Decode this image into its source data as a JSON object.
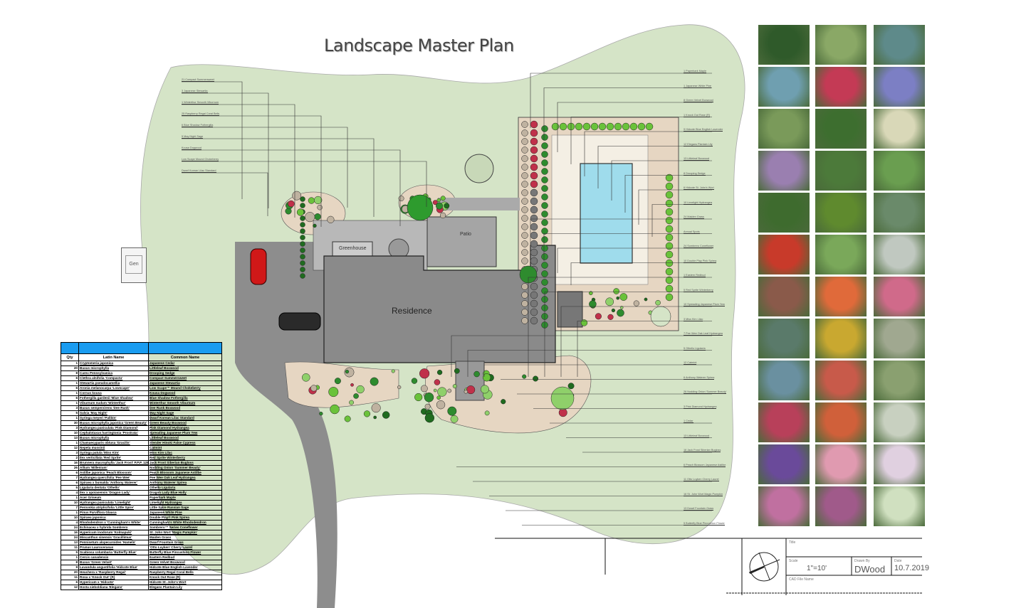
{
  "title": "Landscape Master Plan",
  "plan_labels": {
    "residence": "Residence",
    "patio": "Patio",
    "greenhouse": "Greenhouse",
    "generator": "Gen"
  },
  "callouts_left": [
    "21 Compact Summersweet",
    "3 Japanese Stewartia",
    "1 Winterthur Smooth Viburnum",
    "25 Raspberry Regal Coral Bells",
    "6 Blue Shadow Fothergilla",
    "5 May Night Sage",
    "Kousa Dogwood",
    "Low Scape Mound Chokeberry",
    "Dwarf Korean Lilac Standard"
  ],
  "callouts_right": [
    "1 Paperbark Maple",
    "1 Japanese White Pine",
    "8 Green Velvet Boxwood",
    "1 Knock Out Rose (R)",
    "9 Hidcote Blue English Lavender",
    "12 Elegans Plantain Lily",
    "13 Littleleaf Boxwood",
    "8 Drooping Sedge",
    "6 Hidcote St. John's Wort",
    "10 Limelight Hydrangea",
    "24 Maiden Grass",
    "Annual Spots",
    "24 Sombrero Coneflower",
    "10 Double Play Pink Spirea",
    "1 Eastern Redbud",
    "5 Red Sprite Winterberry",
    "10 Spreading Japanese Plum Yew",
    "3 Miss Kim Lilac",
    "7 Pee Wee Oak Leaf Hydrangea",
    "5 Othello Ligularia",
    "12 Catmint",
    "6 Anthony Waterer Spirea",
    "26 Nodding Onion 'Summer Beauty'",
    "3 Pink Diamond Hydrangea",
    "1 Cedar",
    "13 Littleleaf Boxwood",
    "16 Jack Frost Siberian Bugloss",
    "6 Peach Blossom Japanese Astilbe",
    "11 Otto Luyken Cherry Laurel",
    "16 St. John Wort Magic Pumpkin",
    "13 Dwarf Fountain Grass",
    "5 Butterfly Blue Pincushion Flower"
  ],
  "plant_table": {
    "headers": [
      "Qty",
      "Latin Name",
      "Common Name"
    ],
    "rows": [
      [
        "1",
        "Cryptomeria japonica",
        "Japanese Cedar"
      ],
      [
        "20",
        "Buxus microphylla",
        "Littleleaf Boxwood"
      ],
      [
        "8",
        "Carex Pennsylvanica",
        "Drooping Sedge"
      ],
      [
        "6",
        "Clethra alnifolia 'Compacta'",
        "Compact Summersweet"
      ],
      [
        "1",
        "Stewartia pseudocamellia",
        "Japanese Stewartia"
      ],
      [
        "6",
        "Aronia melanocarpa 'Lowscape'",
        "Low Scape™ Mound Chokeberry"
      ],
      [
        "1",
        "Cornus kousa",
        "Kousa Dogwood"
      ],
      [
        "6",
        "Fothergilla gardenii 'Blue Shadow'",
        "Blue Shadow Fothergilla"
      ],
      [
        "1",
        "Viburnum nudum 'Winterthur'",
        "Winterthur Smooth Viburnum"
      ],
      [
        "3",
        "Buxus sempervirens 'Dee Runk'",
        "Dee Runk Boxwood"
      ],
      [
        "5",
        "Salvia 'May Night'",
        "May Night Sage"
      ],
      [
        "1",
        "Syringa meyeri 'Palibin'",
        "Dwarf Korean Lilac Standard"
      ],
      [
        "30",
        "Buxus microphylla japonica 'Green Beauty'",
        "Green Beauty Boxwood"
      ],
      [
        "3",
        "Hydrangea paniculata 'Pink Diamond'",
        "Pink Diamond Hydrangea"
      ],
      [
        "10",
        "Cephalotaxus harringtonia 'Prostrata'",
        "Spreading Japanese Plum Yew"
      ],
      [
        "13",
        "Buxus microphylla",
        "Littleleaf Boxwood"
      ],
      [
        "1",
        "Chamaecyparis obtusa 'Gracilis'",
        "Slender Hinoki False Cypress"
      ],
      [
        "12",
        "Nepeta mussinii",
        "Catmint"
      ],
      [
        "3",
        "Syringa patula 'Miss Kim'",
        "Miss Kim Lilac"
      ],
      [
        "2",
        "Ilex verticillata 'Red Sprite'",
        "Red Sprite Winterberry"
      ],
      [
        "16",
        "Brunnera macrophylla 'Jack Frost' P.P.P. 12859",
        "Jack Frost Siberian Bugloss"
      ],
      [
        "26",
        "Allium 'Millenium'",
        "Nodding Onion 'Summer Beauty'"
      ],
      [
        "6",
        "Astilbe japonica 'Peach Blossom'",
        "Peach Blossom Japanese Astilbe"
      ],
      [
        "7",
        "Hydrangea quercifolia 'Pee Wee'",
        "Pee Wee Oak Leaf Hydrangea"
      ],
      [
        "6",
        "Spiraea x bumalda 'Anthony Waterer'",
        "Anthony Waterer Spirea"
      ],
      [
        "5",
        "Ligularia dentata 'Othello'",
        "Othello Ligularia"
      ],
      [
        "4",
        "Ilex x apoiasensis 'Dragon Lady'",
        "Dragon Lady Blue Holly"
      ],
      [
        "1",
        "Acer Griseum",
        "Paperbark Maple"
      ],
      [
        "10",
        "Hydrangea paniculata 'Limelight'",
        "Limelight Hydrangea"
      ],
      [
        "7",
        "Perovskia atriplicifolia 'Little Spire'",
        "Little Spire Russian Sage"
      ],
      [
        "1",
        "Pinus Parviflora Glauca",
        "Japanese White Pine"
      ],
      [
        "10",
        "Spiraea japonica",
        "Double Play® Pink Spirea"
      ],
      [
        "4",
        "Rhododendron x 'Cunningham's White'",
        "Cunningham's White Rhododendron"
      ],
      [
        "24",
        "Echinacea x hybrida Sombrero",
        "Sombrero™ Series Coneflower"
      ],
      [
        "16",
        "Hypericum inodorum 'Kolmapuki'",
        "St. John Wort 'Magic Pumpkin'"
      ],
      [
        "24",
        "Miscanthus sinensis 'Gracillimus'",
        "Maiden Grass"
      ],
      [
        "13",
        "Pennisetum alopecuroides 'Hameln'",
        "Dwarf Fountain Grass"
      ],
      [
        "11",
        "Prunus Laurocerasus",
        "'Otto Luyken' Cherry Laurel"
      ],
      [
        "5",
        "Scabiosa columbaria 'Butterfly Blue'",
        "Butterfly Blue Pincushion Flower"
      ],
      [
        "1",
        "Cercis canadensis",
        "Eastern Redbud"
      ],
      [
        "8",
        "Buxus 'Green Velvet'",
        "Green Velvet Boxwood"
      ],
      [
        "9",
        "Lavandula angustifolia 'Hidcote Blue'",
        "Hidcote Blue English Lavender"
      ],
      [
        "20",
        "Heuchera x 'Raspberry Regal'",
        "Raspberry Regal Coral Bells"
      ],
      [
        "11",
        "Rosa x 'Knock Out' (R)",
        "Knock Out Rose (R)"
      ],
      [
        "6",
        "Hypericum x 'Hidcote'",
        "Hidcote St. John's Wort"
      ],
      [
        "12",
        "Hosta sieboldiana 'Elegans'",
        "Elegans Plantain Lily"
      ]
    ]
  },
  "title_block": {
    "title_label": "Title",
    "scale_label": "Scale",
    "scale_value": "1\"=10'",
    "drawn_by_label": "Drawn By",
    "drawn_by_value": "DWood",
    "date_label": "Date",
    "date_value": "10.7.2019",
    "cad_label": "CAD File Name"
  },
  "photo_colors": [
    "#2f5a2a",
    "#8aa866",
    "#5e8a8a",
    "#6f9fb0",
    "#c43a55",
    "#7c7fc4",
    "#7a9a5a",
    "#3d6e2f",
    "#d9d8b8",
    "#9a7fb0",
    "#4c7a3a",
    "#6a9e50",
    "#3e6b2e",
    "#5f8a2e",
    "#6a8a6a",
    "#c83a2a",
    "#7aa85a",
    "#c0c8c0",
    "#8a5a4a",
    "#e06a3a",
    "#d06a8a",
    "#5a7a6a",
    "#c9a830",
    "#a0a890",
    "#6a90a0",
    "#c85a4a",
    "#8aa070",
    "#b8405a",
    "#d0603a",
    "#c8d0c0",
    "#6a4a9a",
    "#e09ab0",
    "#e0d0e0",
    "#c070a0",
    "#a05a8a",
    "#d0e0c0"
  ]
}
